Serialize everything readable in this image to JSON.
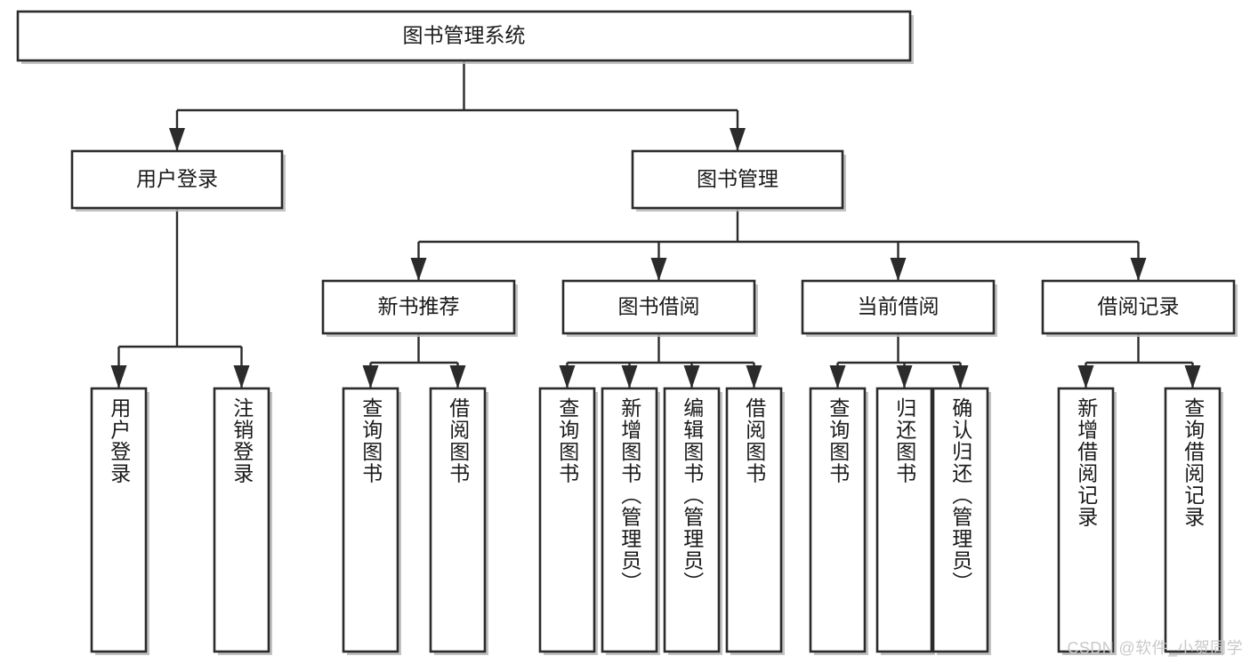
{
  "diagram": {
    "type": "tree",
    "title": "图书管理系统",
    "orientation": "top-down",
    "colors": {
      "stroke": "#2b2b2b",
      "fill": "#ffffff",
      "shadow": "#b8b8b8",
      "text": "#1a1a1a",
      "background": "#ffffff",
      "watermark": "#c9c9c9"
    },
    "root": {
      "id": "root",
      "label": "图书管理系统",
      "level": 0,
      "orientation": "horizontal"
    },
    "level2": [
      {
        "id": "user-login",
        "label": "用户登录",
        "orientation": "horizontal"
      },
      {
        "id": "book-management",
        "label": "图书管理",
        "orientation": "horizontal"
      }
    ],
    "level3": [
      {
        "id": "new-book-recommend",
        "label": "新书推荐",
        "parent": "book-management",
        "orientation": "horizontal"
      },
      {
        "id": "book-borrow",
        "label": "图书借阅",
        "parent": "book-management",
        "orientation": "horizontal"
      },
      {
        "id": "current-borrow",
        "label": "当前借阅",
        "parent": "book-management",
        "orientation": "horizontal"
      },
      {
        "id": "borrow-record",
        "label": "借阅记录",
        "parent": "book-management",
        "orientation": "horizontal"
      }
    ],
    "leaves": [
      {
        "id": "leaf-user-login",
        "label": "用户登录",
        "parent": "user-login",
        "orientation": "vertical"
      },
      {
        "id": "leaf-logout-login",
        "label": "注销登录",
        "parent": "user-login",
        "orientation": "vertical"
      },
      {
        "id": "leaf-query-book-1",
        "label": "查询图书",
        "parent": "new-book-recommend",
        "orientation": "vertical"
      },
      {
        "id": "leaf-borrow-book-1",
        "label": "借阅图书",
        "parent": "new-book-recommend",
        "orientation": "vertical"
      },
      {
        "id": "leaf-query-book-2",
        "label": "查询图书",
        "parent": "book-borrow",
        "orientation": "vertical"
      },
      {
        "id": "leaf-add-book",
        "label": "新增图书（管理员）",
        "parent": "book-borrow",
        "orientation": "vertical"
      },
      {
        "id": "leaf-edit-book",
        "label": "编辑图书（管理员）",
        "parent": "book-borrow",
        "orientation": "vertical"
      },
      {
        "id": "leaf-borrow-book-2",
        "label": "借阅图书",
        "parent": "book-borrow",
        "orientation": "vertical"
      },
      {
        "id": "leaf-query-book-3",
        "label": "查询图书",
        "parent": "current-borrow",
        "orientation": "vertical"
      },
      {
        "id": "leaf-return-book",
        "label": "归还图书",
        "parent": "current-borrow",
        "orientation": "vertical"
      },
      {
        "id": "leaf-confirm-return",
        "label": "确认归还（管理员）",
        "parent": "current-borrow",
        "orientation": "vertical"
      },
      {
        "id": "leaf-add-record",
        "label": "新增借阅记录",
        "parent": "borrow-record",
        "orientation": "vertical"
      },
      {
        "id": "leaf-query-record",
        "label": "查询借阅记录",
        "parent": "borrow-record",
        "orientation": "vertical"
      }
    ]
  },
  "watermark": {
    "text": "CSDN @软件_小贺同学"
  }
}
